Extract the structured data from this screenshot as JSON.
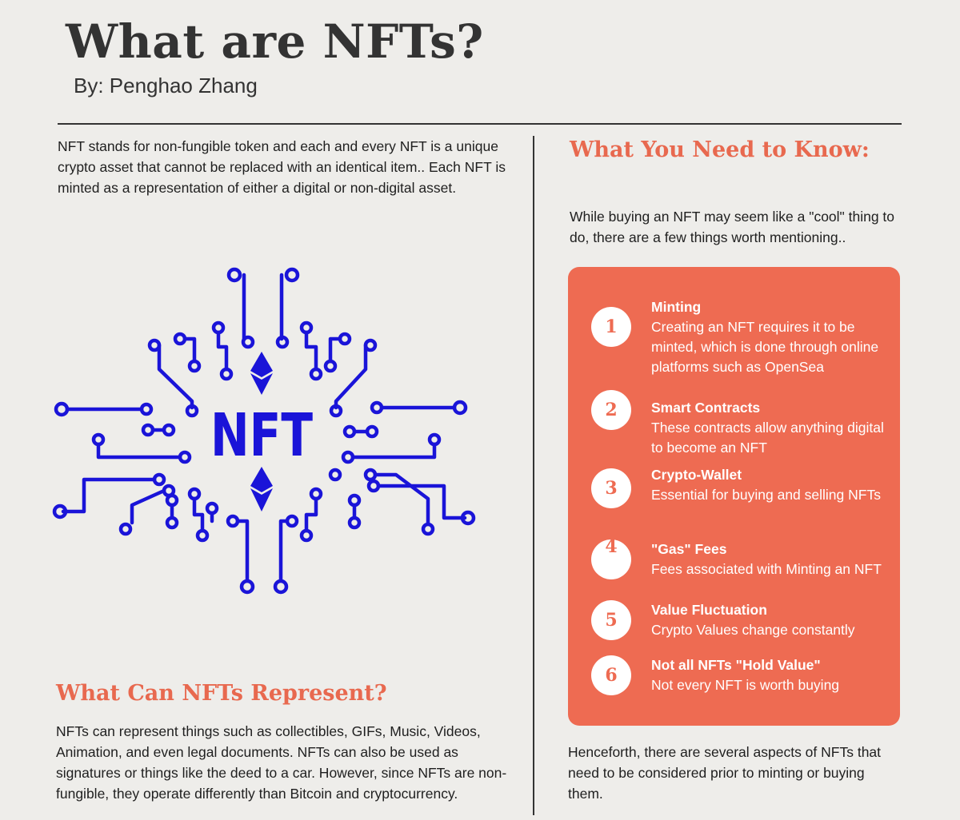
{
  "header": {
    "title": "What are NFTs?",
    "author": "By: Penghao Zhang"
  },
  "left": {
    "intro": "NFT stands for non-fungible token and each and every NFT is a unique crypto asset that cannot be replaced with an identical item.. Each NFT is minted as a representation of either a digital or non-digital asset.",
    "graphic_label": "NFT",
    "represent_heading": "What Can NFTs Represent?",
    "represent_text": "NFTs can represent things such as collectibles, GIFs, Music, Videos, Animation, and even legal documents. NFTs can also be used as signatures or things like the deed to a car. However, since NFTs are non-fungible, they operate differently than Bitcoin and cryptocurrency."
  },
  "right": {
    "heading": "What You Need to Know:",
    "lead": "While buying an NFT may seem like a \"cool\" thing to do, there are a few things worth mentioning..",
    "items": [
      {
        "num": "1",
        "title": "Minting",
        "desc": "Creating an NFT requires it to be minted, which is done through online platforms such as OpenSea"
      },
      {
        "num": "2",
        "title": "Smart Contracts",
        "desc": "These contracts allow anything digital to become an NFT"
      },
      {
        "num": "3",
        "title": "Crypto-Wallet",
        "desc": "Essential for buying and selling NFTs"
      },
      {
        "num": "4",
        "title": "\"Gas\" Fees",
        "desc": " Fees associated with Minting an NFT"
      },
      {
        "num": "5",
        "title": "Value Fluctuation",
        "desc": "Crypto Values change constantly"
      },
      {
        "num": "6",
        "title": "Not all NFTs \"Hold Value\"",
        "desc": "Not every NFT is worth buying"
      }
    ],
    "closing": "Henceforth, there are several aspects of NFTs that need to be considered prior to minting or buying them."
  },
  "colors": {
    "accent": "#ee6b52",
    "heading_accent": "#e8694f",
    "circuit_blue": "#1a14d8",
    "background": "#eeedea"
  },
  "icons": {
    "graphic": "nft-circuit-icon",
    "diamond": "ethereum-icon"
  }
}
